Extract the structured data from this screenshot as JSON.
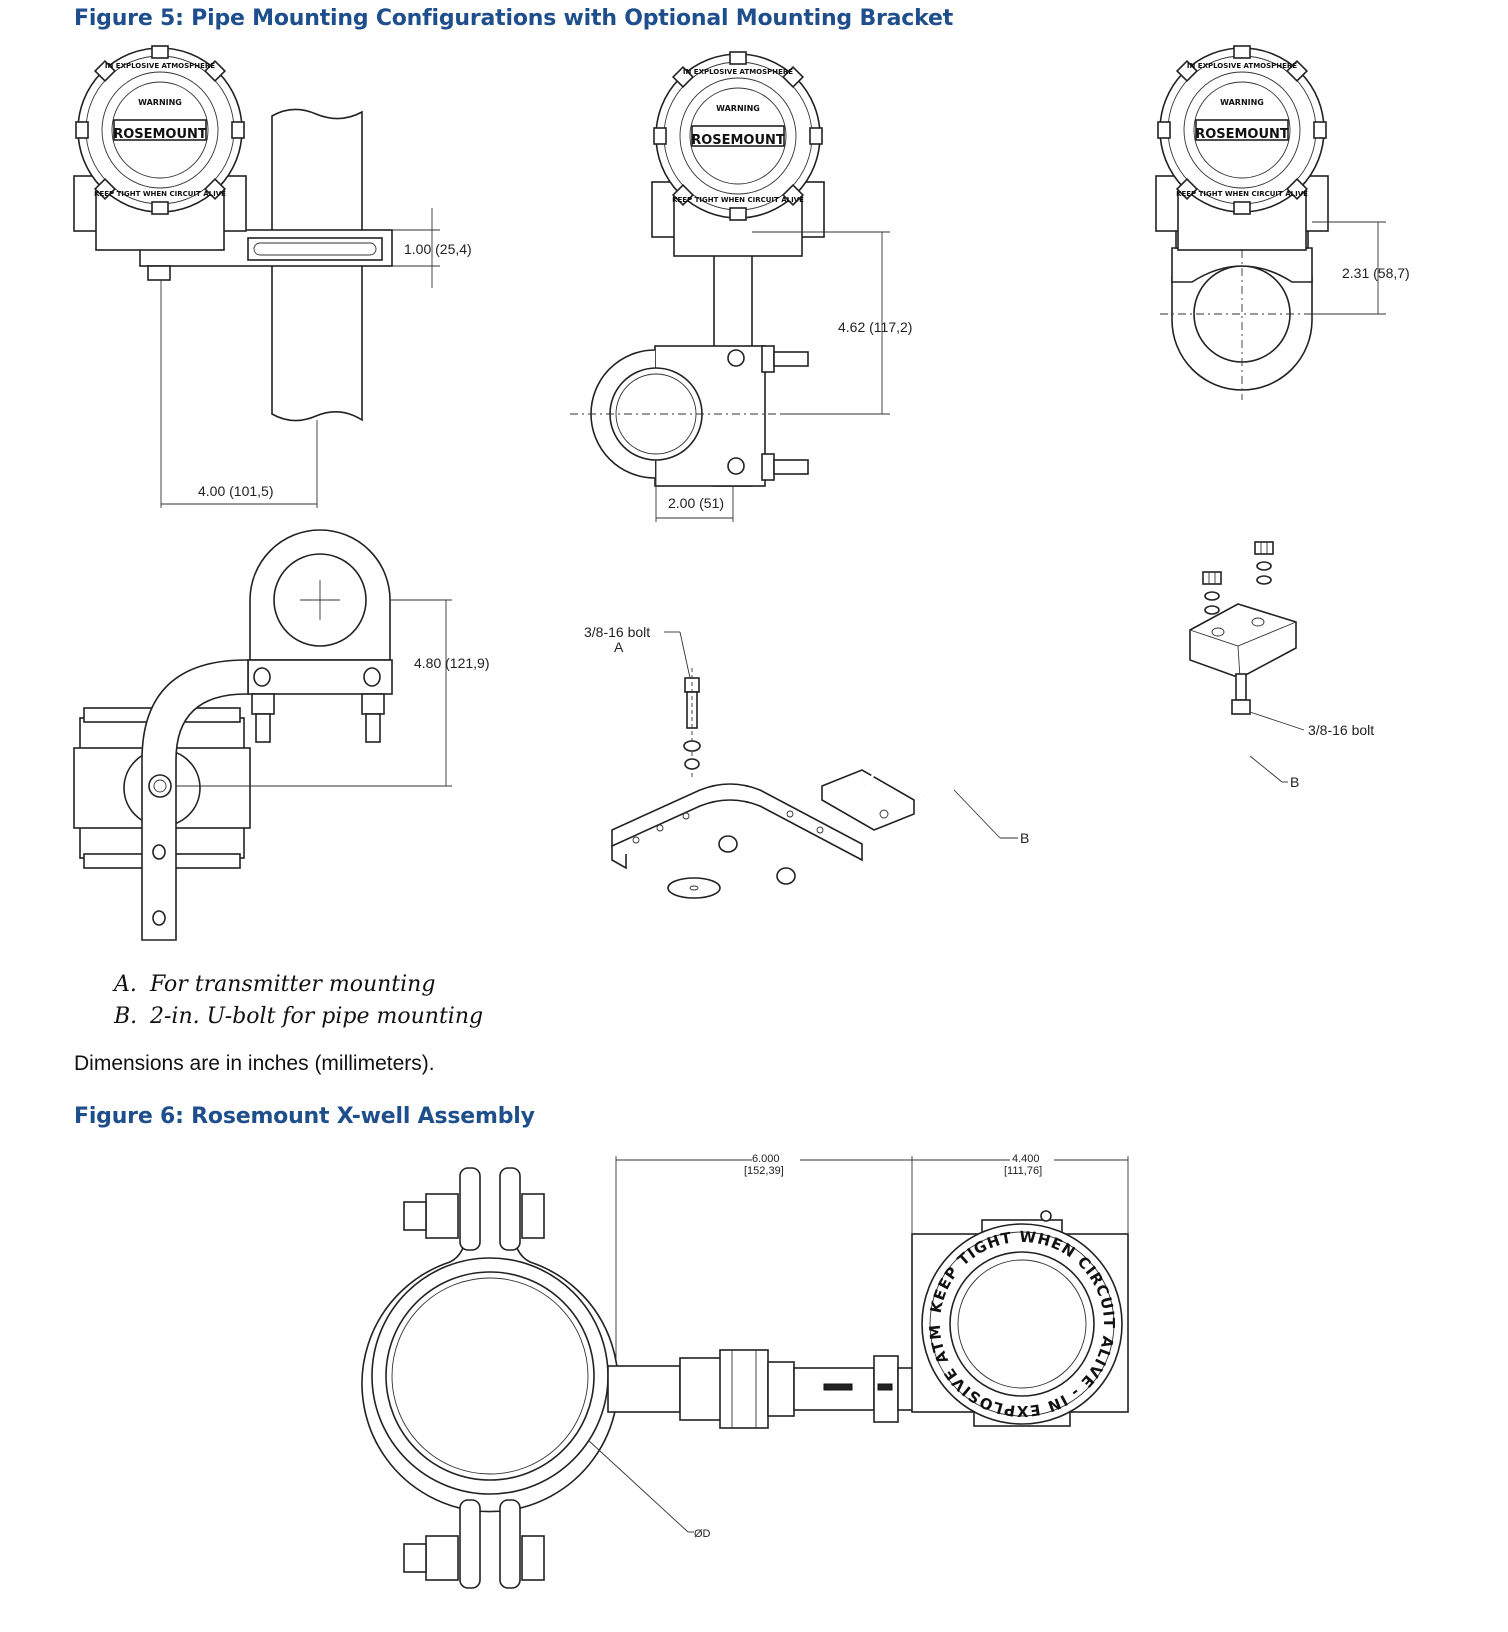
{
  "figure5": {
    "title": "Figure 5: Pipe Mounting Configurations with Optional Mounting Bracket",
    "dims": {
      "d1": "1.00 (25,4)",
      "d2": "4.00 (101,5)",
      "d3": "4.62 (117,2)",
      "d4": "2.00 (51)",
      "d5": "2.31 (58,7)",
      "d6": "4.80 (121,9)"
    },
    "callouts": {
      "bolt_a_text": "3/8-16 bolt",
      "bolt_a_letter": "A",
      "b_letter": "B",
      "bolt_b_text": "3/8-16 bolt",
      "b2_letter": "B"
    },
    "cover_text": {
      "warning": "WARNING",
      "brand": "ROSEMOUNT",
      "ring_top": "IN EXPLOSIVE ATMOSPHERE",
      "ring_bottom": "KEEP TIGHT WHEN CIRCUIT ALIVE"
    },
    "legend": [
      {
        "key": "A.",
        "text": "For transmitter mounting"
      },
      {
        "key": "B.",
        "text": "2-in. U-bolt for pipe mounting"
      }
    ],
    "note": "Dimensions are in inches (millimeters)."
  },
  "figure6": {
    "title": "Figure 6: Rosemount X-well Assembly",
    "dims": {
      "d1_in": "6.000",
      "d1_mm": "[152,39]",
      "d2_in": "4.400",
      "d2_mm": "[111,76]",
      "diameter": "ØD"
    },
    "cover_ring": "KEEP TIGHT WHEN CIRCUIT ALIVE - IN EXPLOSIVE ATMOSPHERE -"
  }
}
